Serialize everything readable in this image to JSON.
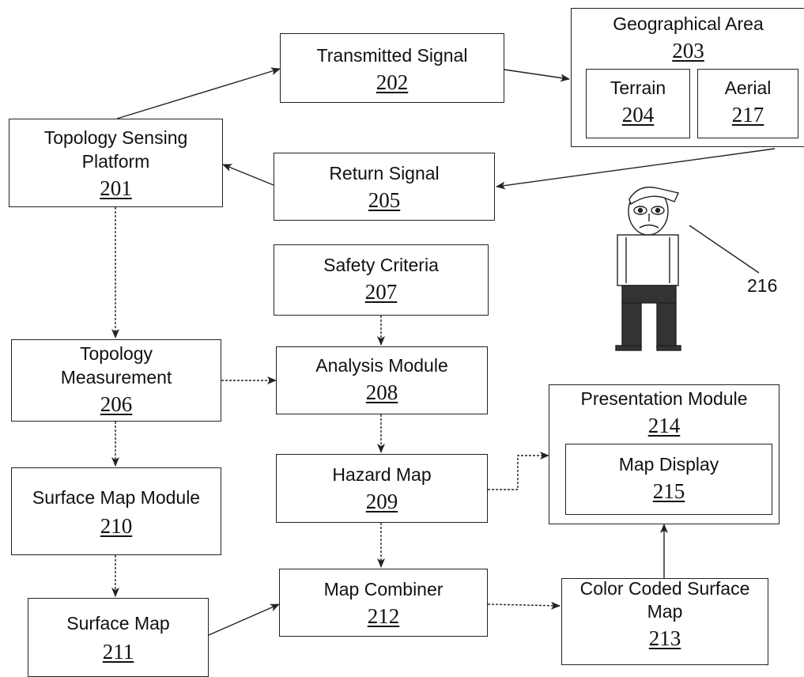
{
  "nodes": {
    "topology_sensing_platform": {
      "label": "Topology Sensing Platform",
      "label_line1": "Topology Sensing",
      "label_line2": "Platform",
      "number": "201"
    },
    "transmitted_signal": {
      "label": "Transmitted Signal",
      "number": "202"
    },
    "geographical_area": {
      "label": "Geographical Area",
      "number": "203"
    },
    "terrain": {
      "label": "Terrain",
      "number": "204"
    },
    "aerial": {
      "label": "Aerial",
      "number": "217"
    },
    "return_signal": {
      "label": "Return Signal",
      "number": "205"
    },
    "safety_criteria": {
      "label": "Safety Criteria",
      "number": "207"
    },
    "topology_measurement": {
      "label": "Topology Measurement",
      "label_line1": "Topology",
      "label_line2": "Measurement",
      "number": "206"
    },
    "analysis_module": {
      "label": "Analysis Module",
      "number": "208"
    },
    "presentation_module": {
      "label": "Presentation Module",
      "number": "214"
    },
    "map_display": {
      "label": "Map Display",
      "number": "215"
    },
    "hazard_map": {
      "label": "Hazard Map",
      "number": "209"
    },
    "surface_map_module": {
      "label": "Surface Map Module",
      "number": "210"
    },
    "map_combiner": {
      "label": "Map Combiner",
      "number": "212"
    },
    "color_coded_surface_map": {
      "label": "Color Coded Surface Map",
      "label_line1": "Color Coded Surface",
      "label_line2": "Map",
      "number": "213"
    },
    "surface_map": {
      "label": "Surface Map",
      "number": "211"
    }
  },
  "user_figure": {
    "number": "216",
    "icon": "person-icon"
  },
  "edges": [
    {
      "from": "201",
      "to": "202"
    },
    {
      "from": "202",
      "to": "203"
    },
    {
      "from": "203",
      "to": "205"
    },
    {
      "from": "205",
      "to": "201"
    },
    {
      "from": "201",
      "to": "206"
    },
    {
      "from": "207",
      "to": "208"
    },
    {
      "from": "206",
      "to": "208"
    },
    {
      "from": "206",
      "to": "210"
    },
    {
      "from": "208",
      "to": "209"
    },
    {
      "from": "209",
      "to": "214"
    },
    {
      "from": "210",
      "to": "211"
    },
    {
      "from": "209",
      "to": "212"
    },
    {
      "from": "211",
      "to": "212"
    },
    {
      "from": "212",
      "to": "213"
    },
    {
      "from": "213",
      "to": "214"
    }
  ]
}
